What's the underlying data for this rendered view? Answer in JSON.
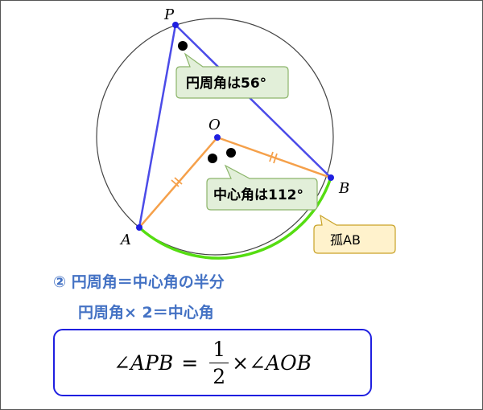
{
  "labels": {
    "P": "P",
    "O": "O",
    "A": "A",
    "B": "B"
  },
  "callouts": {
    "inscribed": "円周角は56°",
    "central": "中心角は112°",
    "arc": "孤AB"
  },
  "heading": {
    "line1": "② 円周角＝中心角の半分",
    "line2": "円周角× 2＝中心角"
  },
  "formula": {
    "angle_sign_1": "∠",
    "lhs": "APB",
    "equals": "=",
    "numerator": "1",
    "denominator": "2",
    "times": "×",
    "angle_sign_2": "∠",
    "rhs": "AOB"
  },
  "colors": {
    "inscribed_lines": "#4b4be8",
    "radius_lines": "#f5a04a",
    "arc": "#55dd11",
    "callout_green_fill": "#e2efd9",
    "callout_green_border": "#8cb56a",
    "callout_yellow_fill": "#fff2cc",
    "callout_yellow_border": "#c9a227",
    "heading": "#4472c4",
    "formula_border": "#1f1fe0"
  }
}
